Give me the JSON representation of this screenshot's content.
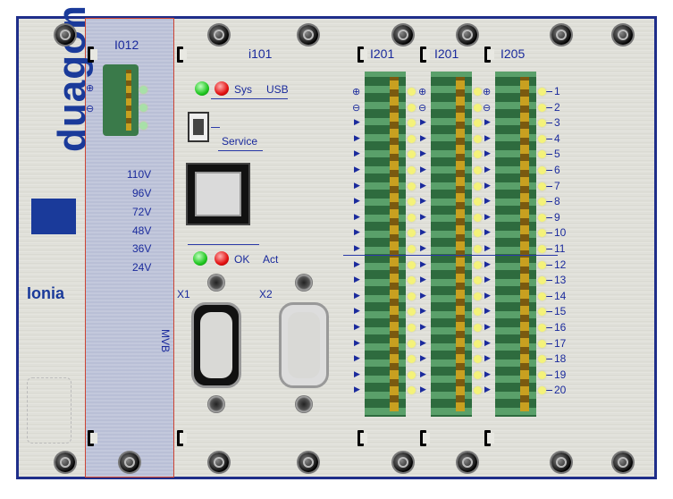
{
  "brand": {
    "logo": "duagon",
    "sublogo": "Ionia"
  },
  "psu": {
    "title": "I012",
    "voltages": [
      "110V",
      "96V",
      "72V",
      "48V",
      "36V",
      "24V"
    ]
  },
  "cpu": {
    "title": "i101",
    "led_sys": "Sys",
    "led_usb": "USB",
    "service": "Service",
    "led_ok": "OK",
    "led_act": "Act",
    "x1": "X1",
    "x2": "X2",
    "mvb": "MVB"
  },
  "io_modules": [
    {
      "title": "I201"
    },
    {
      "title": "I201"
    },
    {
      "title": "I205"
    }
  ],
  "channels": [
    "1",
    "2",
    "3",
    "4",
    "5",
    "6",
    "7",
    "8",
    "9",
    "10",
    "11",
    "12",
    "13",
    "14",
    "15",
    "16",
    "17",
    "18",
    "19",
    "20"
  ],
  "colors": {
    "accent": "#1a2a9c",
    "frame": "#1f2e8a",
    "led_green": "#1fc61f",
    "led_red": "#e21010"
  },
  "icons": [
    "screw-icon",
    "usb-port-icon",
    "ethernet-port-icon",
    "dsub-connector-icon",
    "terminal-block-icon"
  ]
}
